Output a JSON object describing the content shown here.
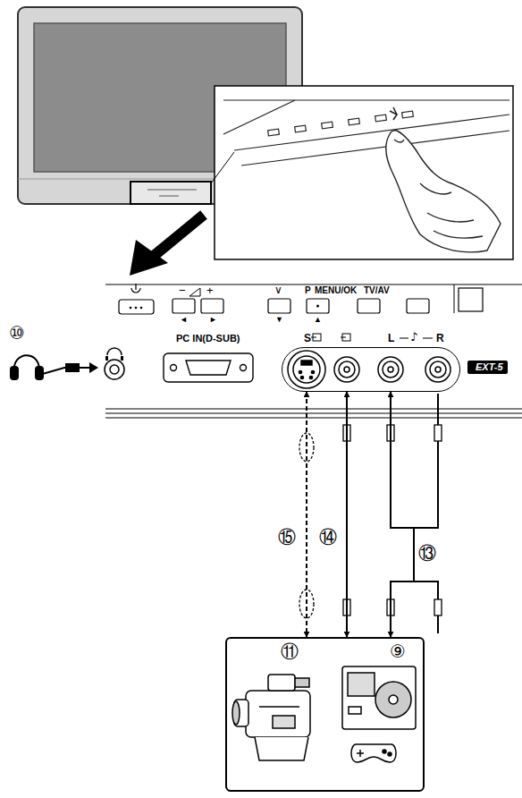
{
  "diagram": {
    "nodes": [
      {
        "text": [
          "S",
          "L",
          "R",
          "EXT-5"
        ]
      },
      {
        "text": [
          "⑪",
          "⑨"
        ]
      }
    ],
    "edges": [
      {
        "from": 0,
        "to": 1,
        "arrow": "both",
        "label": "⑮"
      },
      {
        "from": 0,
        "to": 1,
        "arrow": "both",
        "label": "⑭"
      },
      {
        "from": 0,
        "to": 1,
        "arrow": "both",
        "label": "⑬"
      }
    ],
    "labels": [
      "⑩",
      "−",
      "+",
      "∨",
      "P",
      "MENU/OK",
      "TV/AV",
      "◄",
      "►",
      "▼",
      "▲",
      "PC IN(D-SUB)",
      "♪"
    ]
  }
}
